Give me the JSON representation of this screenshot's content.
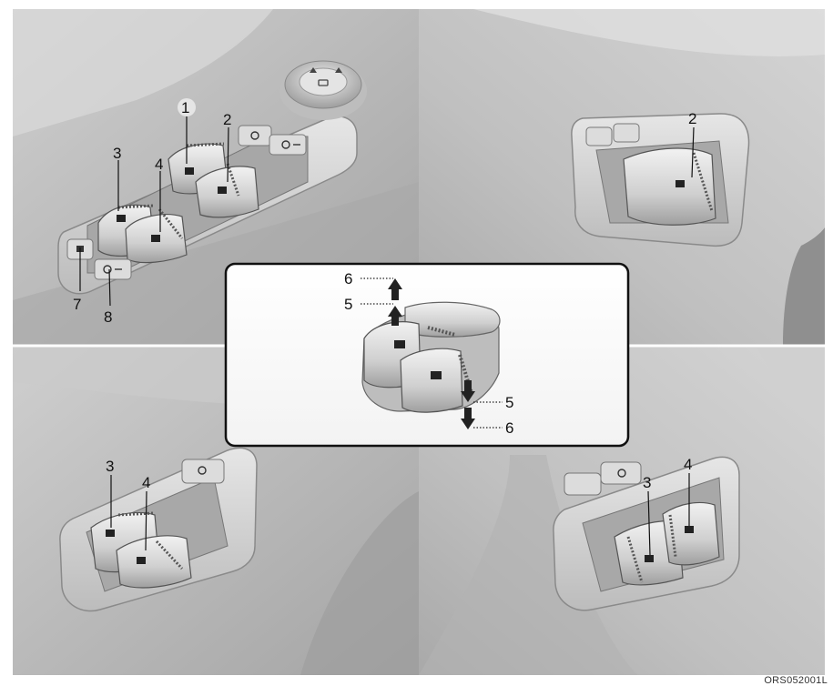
{
  "figure": {
    "code": "ORS052001L",
    "callouts": {
      "driver_1": "1",
      "driver_2": "2",
      "driver_3": "3",
      "driver_4": "4",
      "driver_7": "7",
      "driver_8": "8",
      "passenger_2": "2",
      "inset_6_up": "6",
      "inset_5_up": "5",
      "inset_5_down": "5",
      "inset_6_down": "6",
      "rear_left_3": "3",
      "rear_left_4": "4",
      "rear_right_3": "3",
      "rear_right_4": "4"
    }
  },
  "colors": {
    "panel_light": "#d8d8d8",
    "panel_mid": "#bdbdbd",
    "panel_dark": "#9a9a9a",
    "outline": "#222222",
    "background": "#ffffff"
  }
}
